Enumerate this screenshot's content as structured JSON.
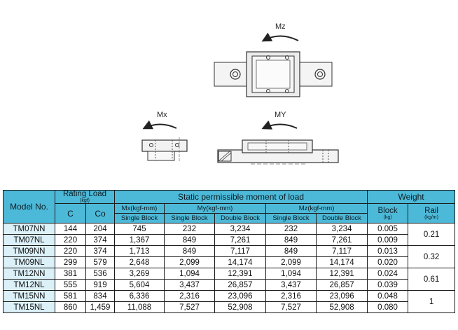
{
  "diagram": {
    "labels": {
      "mz": "Mz",
      "mx": "Mx",
      "my": "MY"
    }
  },
  "table": {
    "header": {
      "model": "Model No.",
      "rating_load": "Rating Load",
      "rating_unit": "(kgf)",
      "static_moment": "Static permissible moment of load",
      "weight": "Weight",
      "c": "C",
      "co": "Co",
      "mx": "Mx(kgf-mm)",
      "my": "My(kgf-mm)",
      "mz": "Mz(kgf-mm)",
      "single_block": "Single Block",
      "double_block": "Double Block",
      "block": "Block",
      "block_unit": "(kg)",
      "rail": "Rail",
      "rail_unit": "(kg/m)"
    },
    "rows": [
      {
        "model": "TM07NN",
        "c": "144",
        "co": "204",
        "mx": "745",
        "my_s": "232",
        "my_d": "3,234",
        "mz_s": "232",
        "mz_d": "3,234",
        "block": "0.005"
      },
      {
        "model": "TM07NL",
        "c": "220",
        "co": "374",
        "mx": "1,367",
        "my_s": "849",
        "my_d": "7,261",
        "mz_s": "849",
        "mz_d": "7,261",
        "block": "0.009"
      },
      {
        "model": "TM09NN",
        "c": "220",
        "co": "374",
        "mx": "1,713",
        "my_s": "849",
        "my_d": "7,117",
        "mz_s": "849",
        "mz_d": "7,117",
        "block": "0.013"
      },
      {
        "model": "TM09NL",
        "c": "299",
        "co": "579",
        "mx": "2,648",
        "my_s": "2,099",
        "my_d": "14,174",
        "mz_s": "2,099",
        "mz_d": "14,174",
        "block": "0.020"
      },
      {
        "model": "TM12NN",
        "c": "381",
        "co": "536",
        "mx": "3,269",
        "my_s": "1,094",
        "my_d": "12,391",
        "mz_s": "1,094",
        "mz_d": "12,391",
        "block": "0.024"
      },
      {
        "model": "TM12NL",
        "c": "555",
        "co": "919",
        "mx": "5,604",
        "my_s": "3,437",
        "my_d": "26,857",
        "mz_s": "3,437",
        "mz_d": "26,857",
        "block": "0.039"
      },
      {
        "model": "TM15NN",
        "c": "581",
        "co": "834",
        "mx": "6,336",
        "my_s": "2,316",
        "my_d": "23,096",
        "mz_s": "2,316",
        "mz_d": "23,096",
        "block": "0.048"
      },
      {
        "model": "TM15NL",
        "c": "860",
        "co": "1,459",
        "mx": "11,088",
        "my_s": "7,527",
        "my_d": "52,908",
        "mz_s": "7,527",
        "mz_d": "52,908",
        "block": "0.080"
      }
    ],
    "rail_weights": [
      "0.21",
      "0.32",
      "0.61",
      "1"
    ]
  }
}
